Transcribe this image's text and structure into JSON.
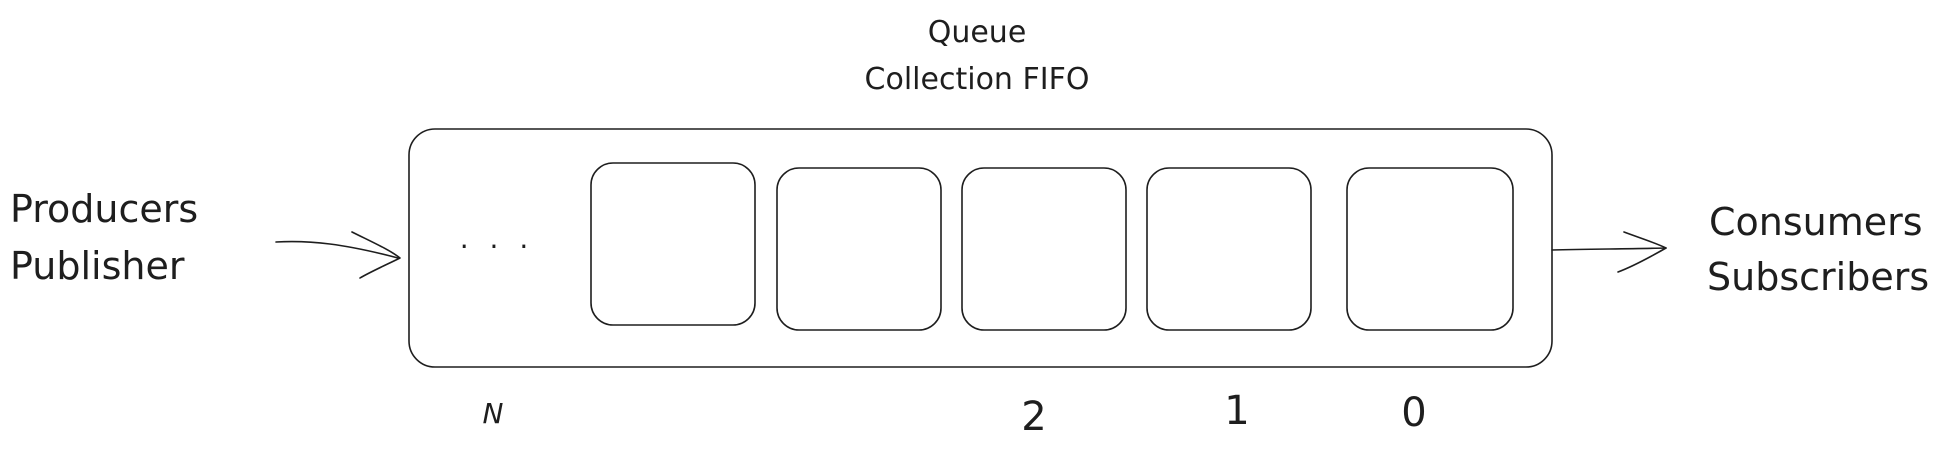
{
  "title": {
    "line1": "Queue",
    "line2": "Collection FIFO"
  },
  "producer": {
    "line1": "Producers",
    "line2": "Publisher"
  },
  "consumer": {
    "line1": "Consumers",
    "line2": "Subscribers"
  },
  "queue": {
    "ellipsis": ". . .",
    "slots": [
      {
        "index_label": ""
      },
      {
        "index_label": ""
      },
      {
        "index_label": "2"
      },
      {
        "index_label": "1"
      },
      {
        "index_label": "0"
      }
    ],
    "tail_label": "N"
  }
}
